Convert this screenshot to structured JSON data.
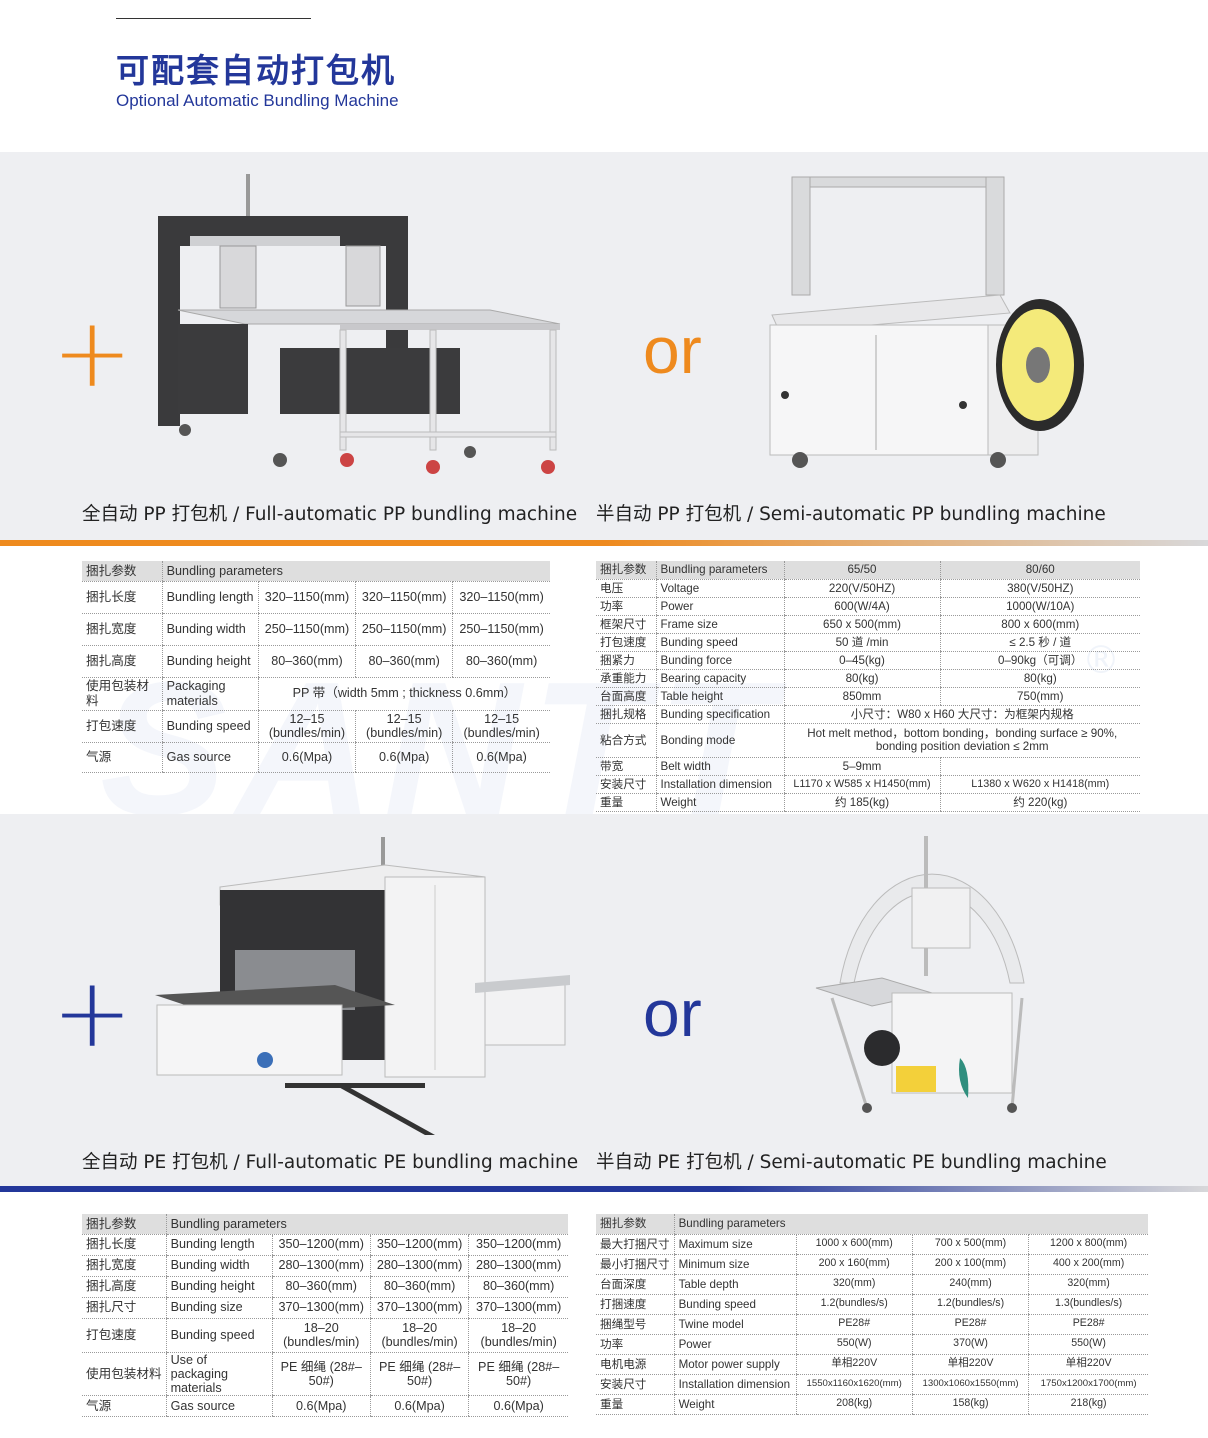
{
  "header": {
    "title_cn": "可配套自动打包机",
    "title_en": "Optional Automatic Bundling Machine"
  },
  "colors": {
    "blue": "#23379a",
    "orange": "#ee8a1e",
    "band": "#eeeff2"
  },
  "section1": {
    "plus": "+",
    "or": "or",
    "left_caption": "全自动 PP 打包机 / Full-automatic PP bundling machine",
    "right_caption": "半自动 PP 打包机 / Semi-automatic PP bundling machine"
  },
  "section2": {
    "plus": "+",
    "or": "or",
    "left_caption": "全自动 PE 打包机 / Full-automatic PE bundling machine",
    "right_caption": "半自动 PE 打包机 / Semi-automatic PE bundling machine"
  },
  "watermark": "SANTT",
  "registered": "®",
  "table_full_pp": {
    "header": [
      "捆扎参数",
      "Bundling parameters"
    ],
    "rows": [
      {
        "cn": "捆扎长度",
        "en": "Bundling length",
        "v": [
          "320–1150(mm)",
          "320–1150(mm)",
          "320–1150(mm)"
        ]
      },
      {
        "cn": "捆扎宽度",
        "en": "Bunding width",
        "v": [
          "250–1150(mm)",
          "250–1150(mm)",
          "250–1150(mm)"
        ]
      },
      {
        "cn": "捆扎高度",
        "en": "Bunding height",
        "v": [
          "80–360(mm)",
          "80–360(mm)",
          "80–360(mm)"
        ]
      },
      {
        "cn": "使用包装材料",
        "en": "Packaging materials",
        "span": "PP 带（width 5mm ; thickness 0.6mm）"
      },
      {
        "cn": "打包速度",
        "en": "Bunding speed",
        "v": [
          "12–15 (bundles/min)",
          "12–15 (bundles/min)",
          "12–15 (bundles/min)"
        ]
      },
      {
        "cn": "气源",
        "en": "Gas source",
        "v": [
          "0.6(Mpa)",
          "0.6(Mpa)",
          "0.6(Mpa)"
        ]
      }
    ]
  },
  "table_semi_pp": {
    "header": [
      "捆扎参数",
      "Bundling parameters",
      "65/50",
      "80/60"
    ],
    "rows": [
      {
        "cn": "电压",
        "en": "Voltage",
        "a": "220(V/50HZ)",
        "b": "380(V/50HZ)"
      },
      {
        "cn": "功率",
        "en": "Power",
        "a": "600(W/4A)",
        "b": "1000(W/10A)"
      },
      {
        "cn": "框架尺寸",
        "en": "Frame size",
        "a": "650 x 500(mm)",
        "b": "800 x 600(mm)"
      },
      {
        "cn": "打包速度",
        "en": "Bunding speed",
        "a": "50 道 /min",
        "b": "≤ 2.5 秒 / 道"
      },
      {
        "cn": "捆紧力",
        "en": "Bunding force",
        "a": "0–45(kg)",
        "b": "0–90kg（可调）"
      },
      {
        "cn": "承重能力",
        "en": "Bearing capacity",
        "a": "80(kg)",
        "b": "80(kg)"
      },
      {
        "cn": "台面高度",
        "en": "Table height",
        "a": "850mm",
        "b": "750(mm)"
      },
      {
        "cn": "捆扎规格",
        "en": "Bunding specification",
        "span": "小尺寸：W80 x H60    大尺寸：为框架内规格"
      },
      {
        "cn": "粘合方式",
        "en": "Bonding mode",
        "span": "Hot melt method，bottom bonding，bonding surface ≥ 90%, bonding position deviation ≤ 2mm"
      },
      {
        "cn": "带宽",
        "en": "Belt width",
        "a": "5–9mm",
        "b": ""
      },
      {
        "cn": "安装尺寸",
        "en": "Installation dimension",
        "a": "L1170 x W585 x H1450(mm)",
        "b": "L1380 x W620 x H1418(mm)"
      },
      {
        "cn": "重量",
        "en": "Weight",
        "a": "约 185(kg)",
        "b": "约 220(kg)"
      }
    ]
  },
  "table_full_pe": {
    "header": [
      "捆扎参数",
      "Bundling parameters"
    ],
    "rows": [
      {
        "cn": "捆扎长度",
        "en": "Bunding length",
        "v": [
          "350–1200(mm)",
          "350–1200(mm)",
          "350–1200(mm)"
        ]
      },
      {
        "cn": "捆扎宽度",
        "en": "Bunding width",
        "v": [
          "280–1300(mm)",
          "280–1300(mm)",
          "280–1300(mm)"
        ]
      },
      {
        "cn": "捆扎高度",
        "en": "Bunding height",
        "v": [
          "80–360(mm)",
          "80–360(mm)",
          "80–360(mm)"
        ]
      },
      {
        "cn": "捆扎尺寸",
        "en": "Bunding size",
        "v": [
          "370–1300(mm)",
          "370–1300(mm)",
          "370–1300(mm)"
        ]
      },
      {
        "cn": "打包速度",
        "en": "Bunding speed",
        "v": [
          "18–20 (bundles/min)",
          "18–20 (bundles/min)",
          "18–20 (bundles/min)"
        ]
      },
      {
        "cn": "使用包装材料",
        "en": "Use of packaging materials",
        "v": [
          "PE 细绳 (28#–50#)",
          "PE 细绳 (28#–50#)",
          "PE 细绳 (28#–50#)"
        ]
      },
      {
        "cn": "气源",
        "en": "Gas source",
        "v": [
          "0.6(Mpa)",
          "0.6(Mpa)",
          "0.6(Mpa)"
        ]
      }
    ]
  },
  "table_semi_pe": {
    "header": [
      "捆扎参数",
      "Bundling parameters"
    ],
    "rows": [
      {
        "cn": "最大打捆尺寸",
        "en": "Maximum size",
        "v": [
          "1000 x 600(mm)",
          "700 x 500(mm)",
          "1200 x 800(mm)"
        ]
      },
      {
        "cn": "最小打捆尺寸",
        "en": "Minimum  size",
        "v": [
          "200 x 160(mm)",
          "200 x 100(mm)",
          "400 x 200(mm)"
        ]
      },
      {
        "cn": "台面深度",
        "en": "Table depth",
        "v": [
          "320(mm)",
          "240(mm)",
          "320(mm)"
        ]
      },
      {
        "cn": "打捆速度",
        "en": "Bunding speed",
        "v": [
          "1.2(bundles/s)",
          "1.2(bundles/s)",
          "1.3(bundles/s)"
        ]
      },
      {
        "cn": "捆绳型号",
        "en": "Twine model",
        "v": [
          "PE28#",
          "PE28#",
          "PE28#"
        ]
      },
      {
        "cn": "功率",
        "en": "Power",
        "v": [
          "550(W)",
          "370(W)",
          "550(W)"
        ]
      },
      {
        "cn": "电机电源",
        "en": "Motor power supply",
        "v": [
          "单相220V",
          "单相220V",
          "单相220V"
        ]
      },
      {
        "cn": "安装尺寸",
        "en": "Installation dimension",
        "v": [
          "1550x1160x1620(mm)",
          "1300x1060x1550(mm)",
          "1750x1200x1700(mm)"
        ]
      },
      {
        "cn": "重量",
        "en": "Weight",
        "v": [
          "208(kg)",
          "158(kg)",
          "218(kg)"
        ]
      }
    ]
  }
}
